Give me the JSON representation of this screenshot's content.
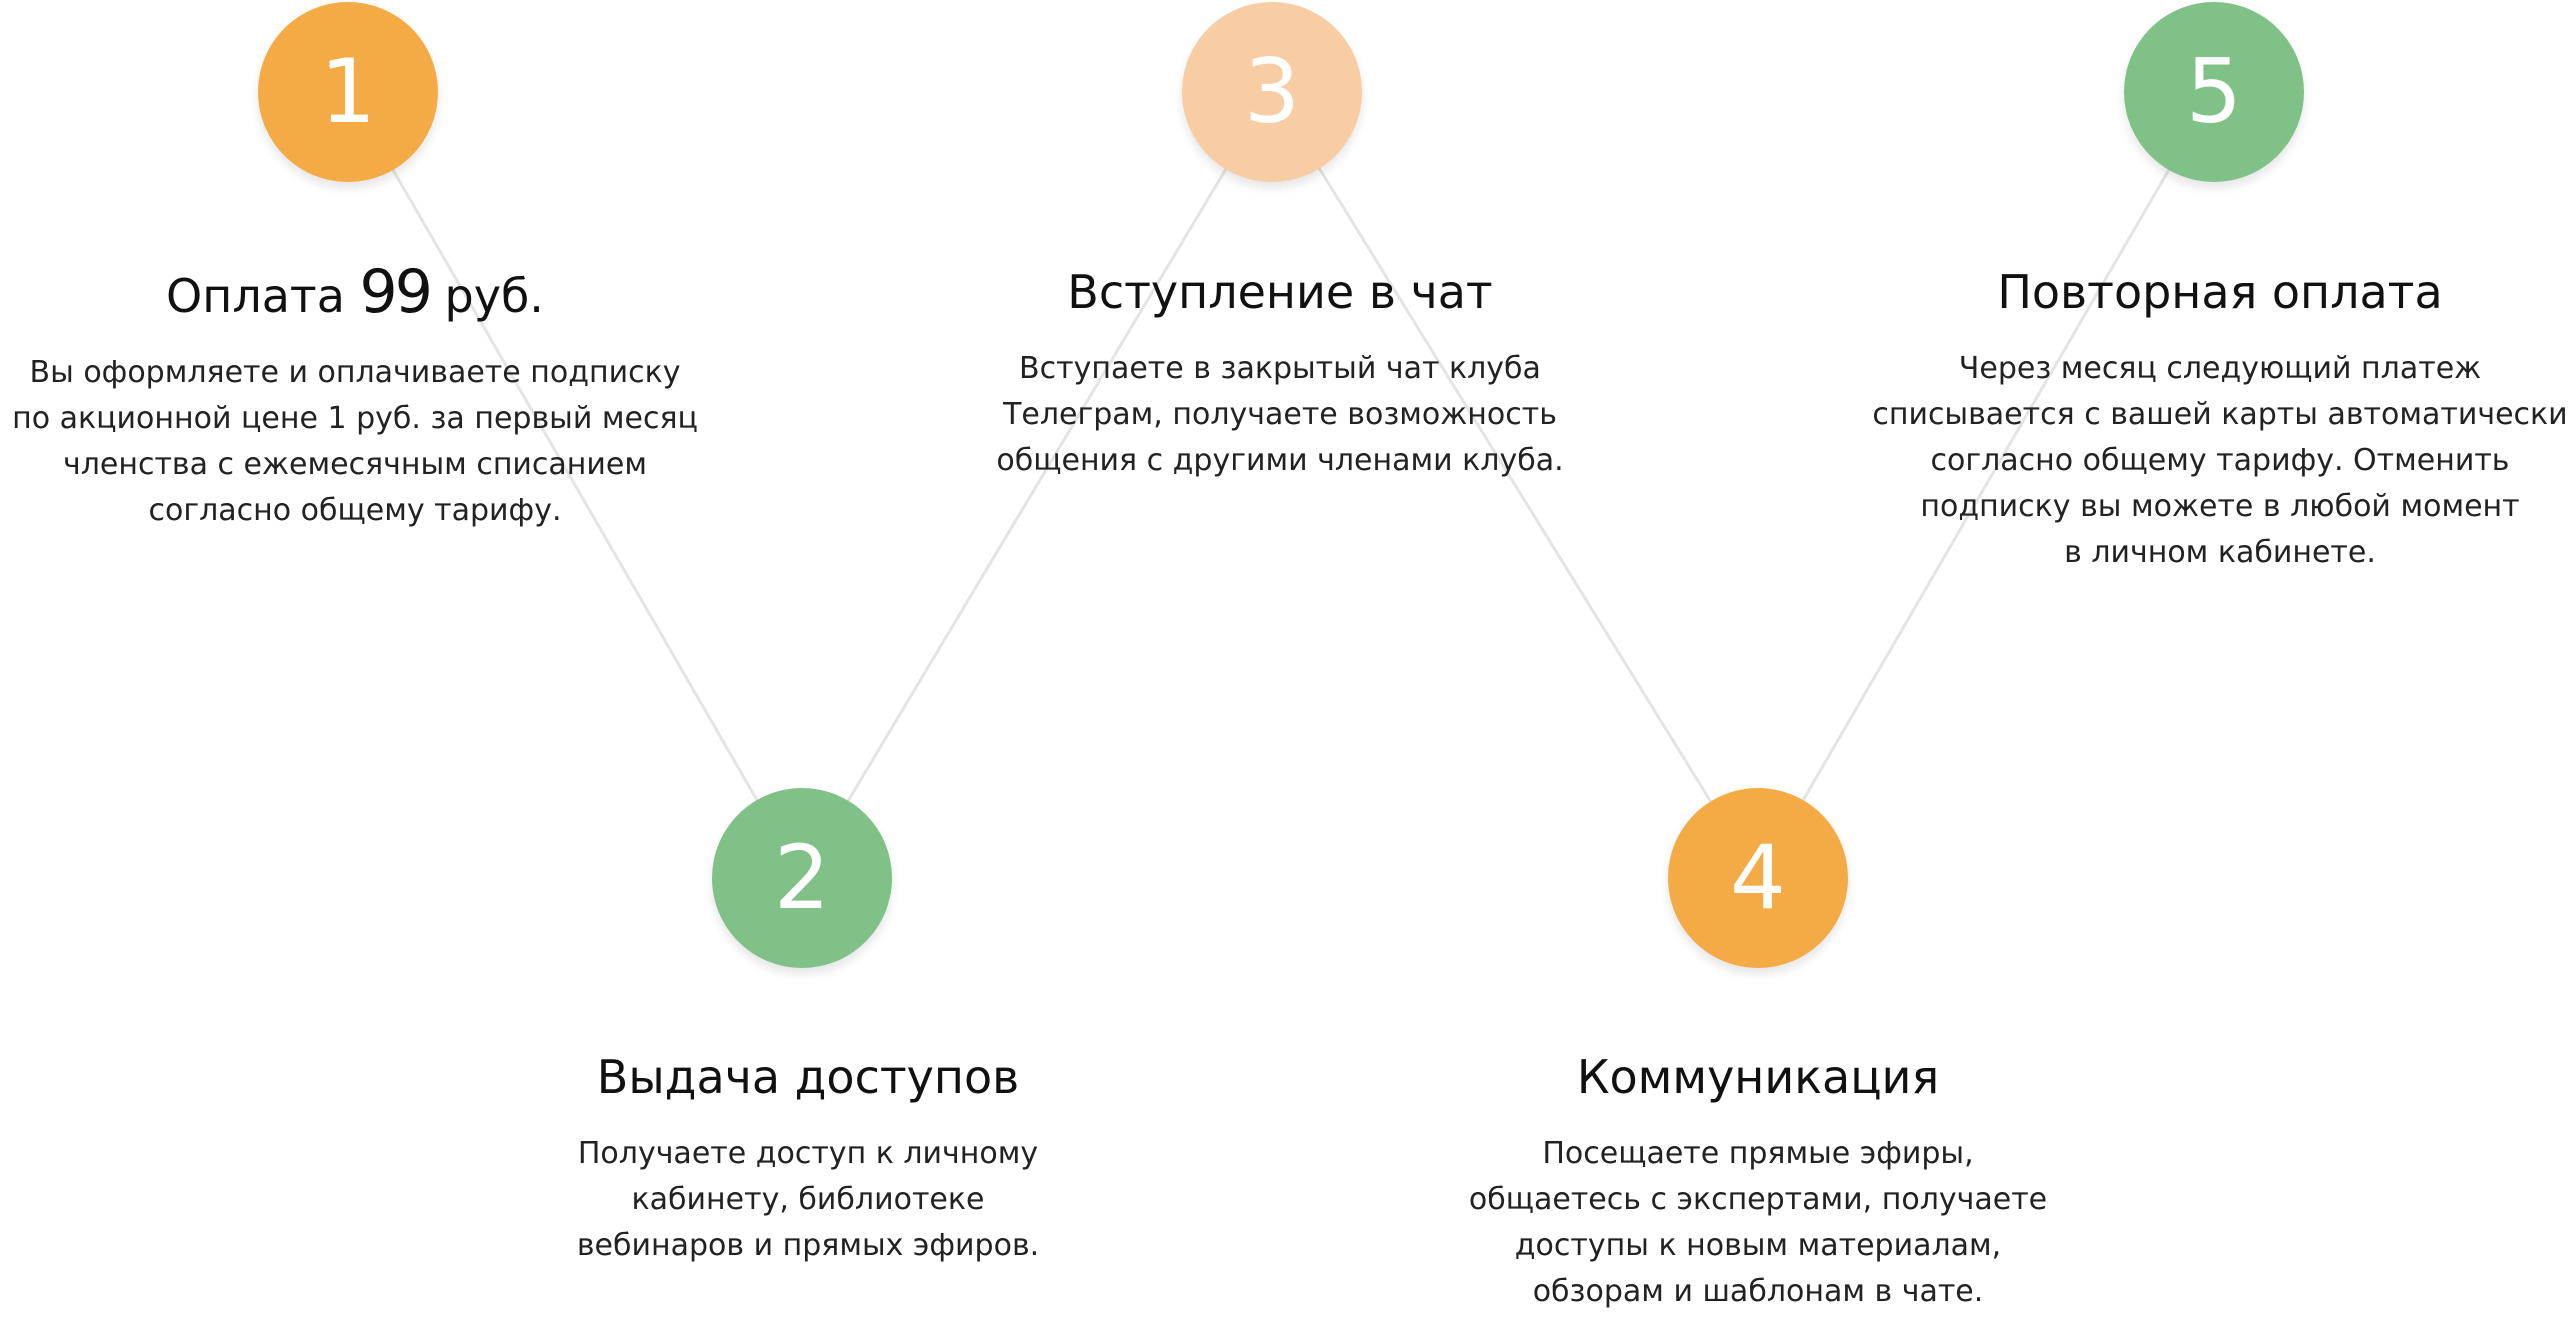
{
  "colors": {
    "orange": "#f5ab45",
    "peach": "#f8cda3",
    "green": "#80c188",
    "connector": "#e4e4e4"
  },
  "steps": [
    {
      "number": "1",
      "color": "#f5ab45",
      "title_before": "Оплата",
      "title_amount": "99",
      "title_after": "руб.",
      "desc": [
        "Вы оформляете и оплачиваете подписку",
        "по акционной цене 1 руб.  за первый месяц",
        "членства с ежемесячным списанием",
        "согласно общему тарифу."
      ]
    },
    {
      "number": "2",
      "color": "#80c188",
      "title": "Выдача доступов",
      "desc": [
        "Получаете доступ к личному",
        "кабинету, библиотеке",
        "вебинаров и прямых эфиров."
      ]
    },
    {
      "number": "3",
      "color": "#f8cda3",
      "title": "Вступление в чат",
      "desc": [
        "Вступаете в закрытый чат клуба",
        "Телеграм, получаете возможность",
        "общения с другими членами клуба."
      ]
    },
    {
      "number": "4",
      "color": "#f5ab45",
      "title": "Коммуникация",
      "desc": [
        "Посещаете прямые эфиры,",
        "общаетесь с экспертами, получаете",
        "доступы к новым материалам,",
        "обзорам и шаблонам в чате."
      ]
    },
    {
      "number": "5",
      "color": "#80c188",
      "title": "Повторная оплата",
      "desc": [
        "Через месяц следующий платеж",
        "списывается с вашей карты автоматически",
        "согласно общему тарифу. Отменить",
        "подписку вы можете в любой момент",
        "в личном кабинете."
      ]
    }
  ]
}
